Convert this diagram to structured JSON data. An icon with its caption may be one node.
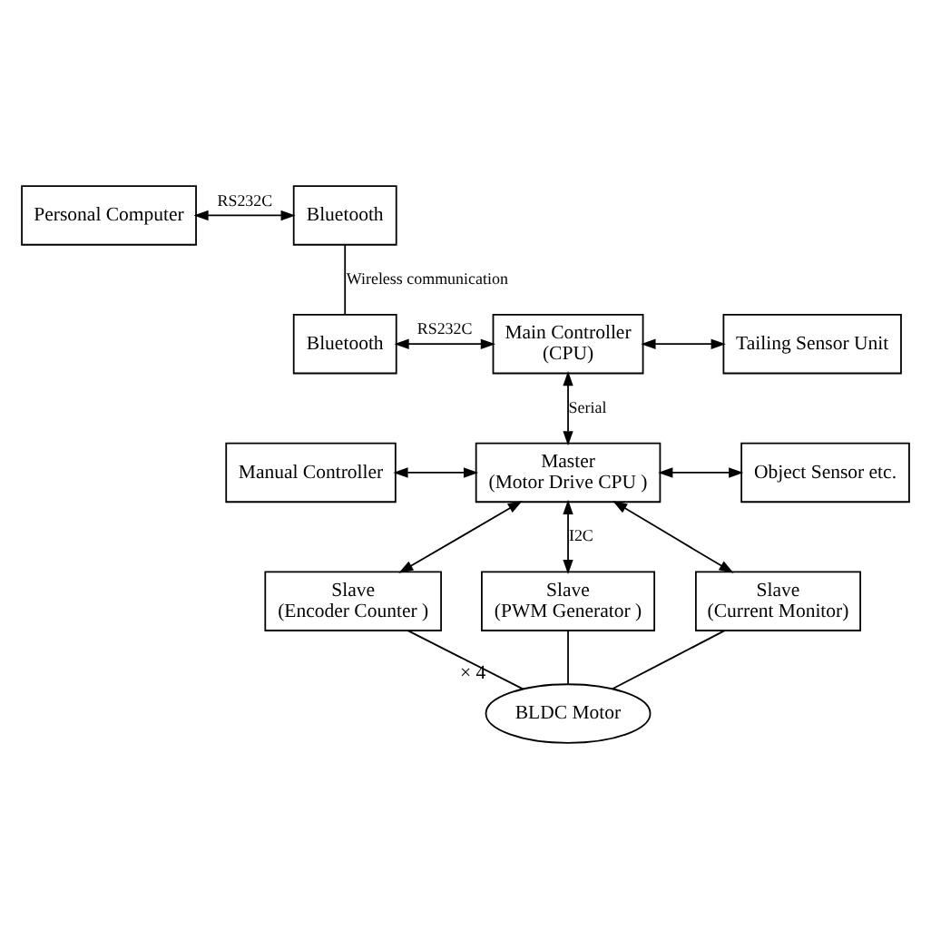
{
  "diagram": {
    "nodes": [
      {
        "text": [
          "Personal Computer"
        ]
      },
      {
        "text": [
          "Bluetooth"
        ]
      },
      {
        "text": [
          "Bluetooth"
        ]
      },
      {
        "text": [
          "Main Controller",
          "(CPU)"
        ]
      },
      {
        "text": [
          "Tailing Sensor Unit"
        ]
      },
      {
        "text": [
          "Manual Controller"
        ]
      },
      {
        "text": [
          "Master",
          "(Motor Drive CPU )"
        ]
      },
      {
        "text": [
          "Object Sensor etc."
        ]
      },
      {
        "text": [
          "Slave",
          "(Encoder Counter )"
        ]
      },
      {
        "text": [
          "Slave",
          "(PWM Generator )"
        ]
      },
      {
        "text": [
          "Slave",
          "(Current Monitor)"
        ]
      },
      {
        "text": [
          "BLDC Motor"
        ],
        "beside": [
          "× 4"
        ]
      }
    ],
    "edges": [
      {
        "from": 0,
        "to": 1,
        "arrow": "both",
        "label": "RS232C"
      },
      {
        "from": 1,
        "to": 2,
        "arrow": "none",
        "label": "Wireless communication"
      },
      {
        "from": 2,
        "to": 3,
        "arrow": "both",
        "label": "RS232C"
      },
      {
        "from": 3,
        "to": 4,
        "arrow": "both"
      },
      {
        "from": 3,
        "to": 6,
        "arrow": "both",
        "label": "Serial"
      },
      {
        "from": 5,
        "to": 6,
        "arrow": "both"
      },
      {
        "from": 6,
        "to": 7,
        "arrow": "both"
      },
      {
        "from": 6,
        "to": 8,
        "arrow": "both"
      },
      {
        "from": 6,
        "to": 9,
        "arrow": "both",
        "label": "I2C"
      },
      {
        "from": 6,
        "to": 10,
        "arrow": "both"
      },
      {
        "from": 8,
        "to": 11,
        "arrow": "none"
      },
      {
        "from": 9,
        "to": 11,
        "arrow": "none"
      },
      {
        "from": 10,
        "to": 11,
        "arrow": "none"
      }
    ]
  }
}
